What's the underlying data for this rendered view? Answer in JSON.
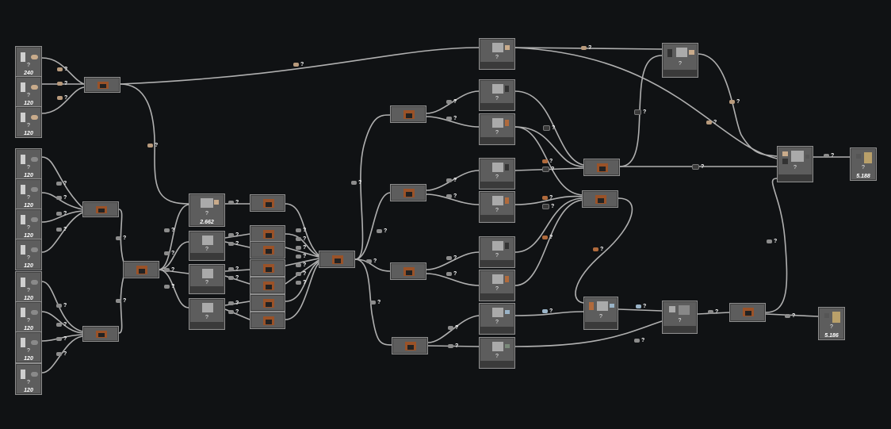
{
  "question_mark": "?",
  "sources": [
    {
      "amount": "240",
      "label": "?"
    },
    {
      "amount": "120",
      "label": "?"
    },
    {
      "amount": "120",
      "label": "?"
    },
    {
      "amount": "120",
      "label": "?"
    },
    {
      "amount": "120",
      "label": "?"
    },
    {
      "amount": "120",
      "label": "?"
    },
    {
      "amount": "120",
      "label": "?"
    },
    {
      "amount": "120",
      "label": "?"
    },
    {
      "amount": "120",
      "label": "?"
    },
    {
      "amount": "120",
      "label": "?"
    },
    {
      "amount": "120",
      "label": "?"
    }
  ],
  "machine_amount": "2.662",
  "outputs": [
    {
      "amount": "5.188",
      "label": "?"
    },
    {
      "amount": "5.186",
      "label": "?"
    }
  ],
  "colors": {
    "background": "#101214",
    "node": "#5d5d5d",
    "wire": "#b4b4b4",
    "copper": "#b06a3c"
  }
}
